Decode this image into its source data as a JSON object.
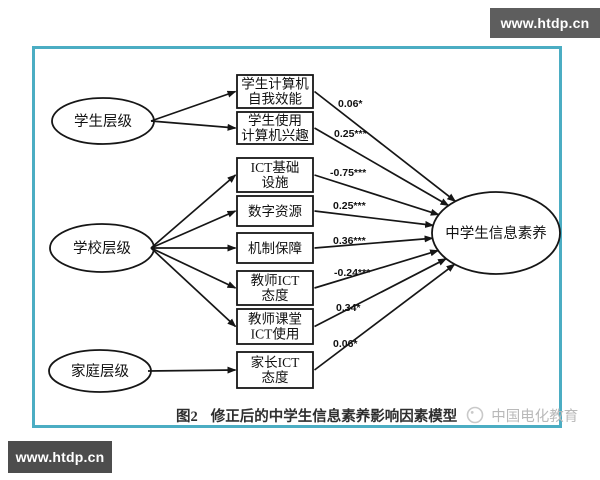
{
  "banners": {
    "top_right": {
      "label": "www.htdp.cn"
    },
    "bottom_left": {
      "label": "www.htdp.cn"
    }
  },
  "diagram": {
    "levels": [
      {
        "id": "student-level",
        "label": "学生层级"
      },
      {
        "id": "school-level",
        "label": "学校层级"
      },
      {
        "id": "family-level",
        "label": "家庭层级"
      }
    ],
    "outcome": {
      "id": "outcome",
      "label": "中学生信息素养"
    },
    "indicators": [
      {
        "id": "computer-self-efficacy",
        "lines": [
          "学生计算机",
          "自我效能"
        ]
      },
      {
        "id": "computer-interest",
        "lines": [
          "学生使用",
          "计算机兴趣"
        ]
      },
      {
        "id": "ict-infrastructure",
        "lines": [
          "ICT基础",
          "设施"
        ]
      },
      {
        "id": "digital-resources",
        "lines": [
          "数字资源"
        ]
      },
      {
        "id": "mechanism-guarantee",
        "lines": [
          "机制保障"
        ]
      },
      {
        "id": "teacher-ict-attitude",
        "lines": [
          "教师ICT",
          "态度"
        ]
      },
      {
        "id": "teacher-classroom-ict-use",
        "lines": [
          "教师课堂",
          "ICT使用"
        ]
      },
      {
        "id": "parent-ict-attitude",
        "lines": [
          "家长ICT",
          "态度"
        ]
      }
    ],
    "level_paths": [
      {
        "from": "student-level",
        "to": "computer-self-efficacy"
      },
      {
        "from": "student-level",
        "to": "computer-interest"
      },
      {
        "from": "school-level",
        "to": "ict-infrastructure"
      },
      {
        "from": "school-level",
        "to": "digital-resources"
      },
      {
        "from": "school-level",
        "to": "mechanism-guarantee"
      },
      {
        "from": "school-level",
        "to": "teacher-ict-attitude"
      },
      {
        "from": "school-level",
        "to": "teacher-classroom-ict-use"
      },
      {
        "from": "family-level",
        "to": "parent-ict-attitude"
      }
    ],
    "outcome_paths": [
      {
        "from": "computer-self-efficacy",
        "coefficient": "0.06*"
      },
      {
        "from": "computer-interest",
        "coefficient": "0.25***"
      },
      {
        "from": "ict-infrastructure",
        "coefficient": "-0.75***"
      },
      {
        "from": "digital-resources",
        "coefficient": "0.25***"
      },
      {
        "from": "mechanism-guarantee",
        "coefficient": "0.36***"
      },
      {
        "from": "teacher-ict-attitude",
        "coefficient": "-0.24***"
      },
      {
        "from": "teacher-classroom-ict-use",
        "coefficient": "0.34*"
      },
      {
        "from": "parent-ict-attitude",
        "coefficient": "0.06*"
      }
    ],
    "colors": {
      "frame": "#4badc3",
      "ink": "#161616",
      "banner_top": "#5e5e5e",
      "banner_bottom": "#4d4d4d",
      "watermark_text": "#b9b9b9"
    }
  },
  "caption": {
    "figure_label": "图2",
    "title": "修正后的中学生信息素养影响因素模型",
    "watermark": "中国电化教育"
  }
}
